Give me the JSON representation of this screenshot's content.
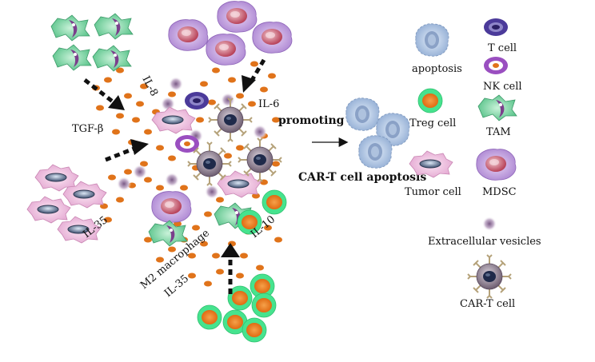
{
  "diagram": {
    "cytokines": {
      "il8": "IL-8",
      "tgfb": "TGF-β",
      "il6": "IL-6",
      "il35_left": "IL-35",
      "il35_bottom": "IL-35",
      "il10": "IL-10",
      "m2_macrophage": "M2 macrophage"
    },
    "result": {
      "promoting": "promoting",
      "outcome": "CAR-T cell apoptosis"
    },
    "legend": {
      "apoptosis": "apoptosis",
      "t_cell": "T cell",
      "nk_cell": "NK cell",
      "treg_cell": "Treg cell",
      "tam": "TAM",
      "tumor_cell": "Tumor cell",
      "mdsc": "MDSC",
      "extracellular_vesicles": "Extracellular vesicles",
      "car_t_cell": "CAR-T cell"
    },
    "colors": {
      "dot": "#e0731a",
      "tam_green": "#6fcf97",
      "tam_purple": "#7b3f8c",
      "tumor_pink": "#e8b3d6",
      "nucleus_blue": "#4a5a78",
      "mdsc_purple": "#b48ad6",
      "mdsc_core": "#c95a6a",
      "treg_green": "#3ddc84",
      "t_cell_purple": "#4b3a9a",
      "nk_purple": "#9a4fc0",
      "apoptosis_blue": "#9cb6d8",
      "cart_body": "#7a6b7c",
      "cart_spike": "#b5a27a"
    }
  }
}
